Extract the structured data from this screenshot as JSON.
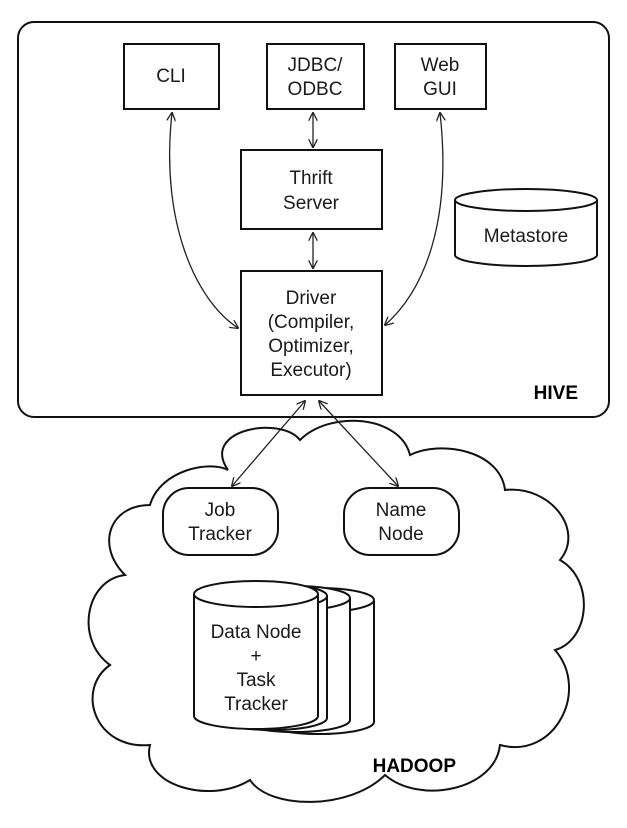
{
  "diagram": {
    "hive": {
      "label": "HIVE",
      "cli": [
        "CLI"
      ],
      "jdbc": [
        "JDBC/",
        "ODBC"
      ],
      "webgui": [
        "Web",
        "GUI"
      ],
      "thrift": [
        "Thrift",
        "Server"
      ],
      "metastore": [
        "Metastore"
      ],
      "driver": [
        "Driver",
        "(Compiler,",
        "Optimizer,",
        "Executor)"
      ]
    },
    "hadoop": {
      "label": "HADOOP",
      "jobtracker": [
        "Job",
        "Tracker"
      ],
      "namenode": [
        "Name",
        "Node"
      ],
      "datanode": [
        "Data Node",
        "+",
        "Task",
        "Tracker"
      ]
    }
  }
}
